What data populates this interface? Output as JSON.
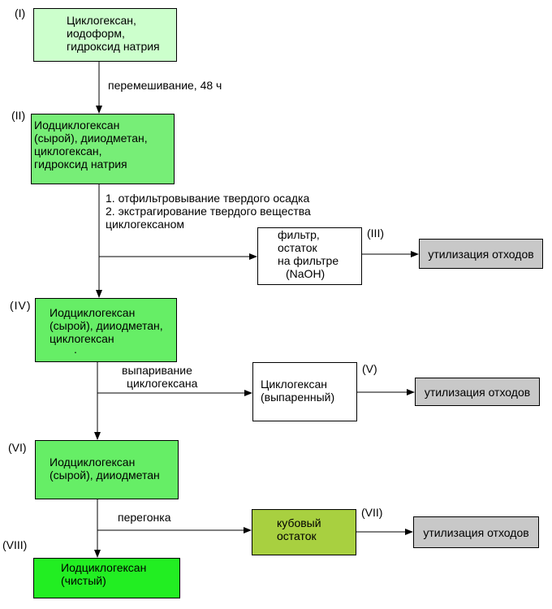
{
  "nodes": {
    "n1": {
      "roman": "(I)",
      "lines": [
        "Циклогексан,",
        "иодоформ,",
        "гидроксид натрия"
      ],
      "color": "#ccffcc"
    },
    "n2": {
      "roman": "(II)",
      "lines": [
        "Иодциклогексан",
        "(сырой), дииодметан,",
        "циклогексан,",
        "гидроксид натрия"
      ],
      "color": "#77ee77"
    },
    "n3": {
      "roman": "(III)",
      "lines": [
        "фильтр,",
        "остаток",
        "на фильтре",
        "(NaOH)"
      ],
      "color": "#ffffff"
    },
    "n4": {
      "roman": "(IV)",
      "lines": [
        "Иодциклогексан",
        "(сырой), дииодметан,",
        "циклогексан",
        "."
      ],
      "color": "#66ee66"
    },
    "n5": {
      "roman": "(V)",
      "lines": [
        "Циклогексан",
        "(выпаренный)"
      ],
      "color": "#ffffff"
    },
    "n6": {
      "roman": "(VI)",
      "lines": [
        "Иодциклогексан",
        "(сырой), дииодметан"
      ],
      "color": "#66ee66"
    },
    "n7": {
      "roman": "(VII)",
      "lines": [
        "кубовый",
        "остаток"
      ],
      "color": "#a8d040"
    },
    "n8": {
      "roman": "(VIII)",
      "lines": [
        "Иодциклогексан",
        "(чистый)"
      ],
      "color": "#22ee22"
    }
  },
  "steps": {
    "s1": "перемешивание, 48 ч",
    "s2": [
      "1. отфильтровывание твердого осадка",
      "2. экстрагирование твердого вещества",
      "циклогексаном"
    ],
    "s3": [
      "выпаривание",
      "циклогексана"
    ],
    "s4": "перегонка"
  },
  "waste": {
    "label": "утилизация отходов",
    "color": "#c8c8c8"
  }
}
